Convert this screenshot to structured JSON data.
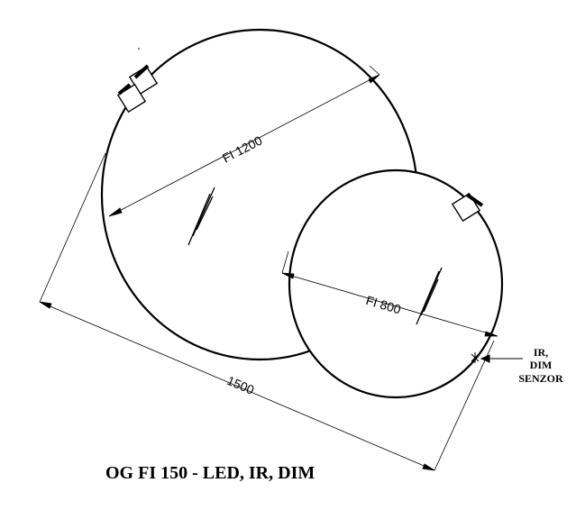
{
  "diagram": {
    "title": "OG FI 150 - LED, IR, DIM",
    "dimensions": {
      "large_diameter": "FI 1200",
      "small_diameter": "FI 800",
      "overall_width": "1500"
    },
    "sensor_label": {
      "line1": "IR,",
      "line2": "DIM",
      "line3": "SENZOR"
    }
  }
}
